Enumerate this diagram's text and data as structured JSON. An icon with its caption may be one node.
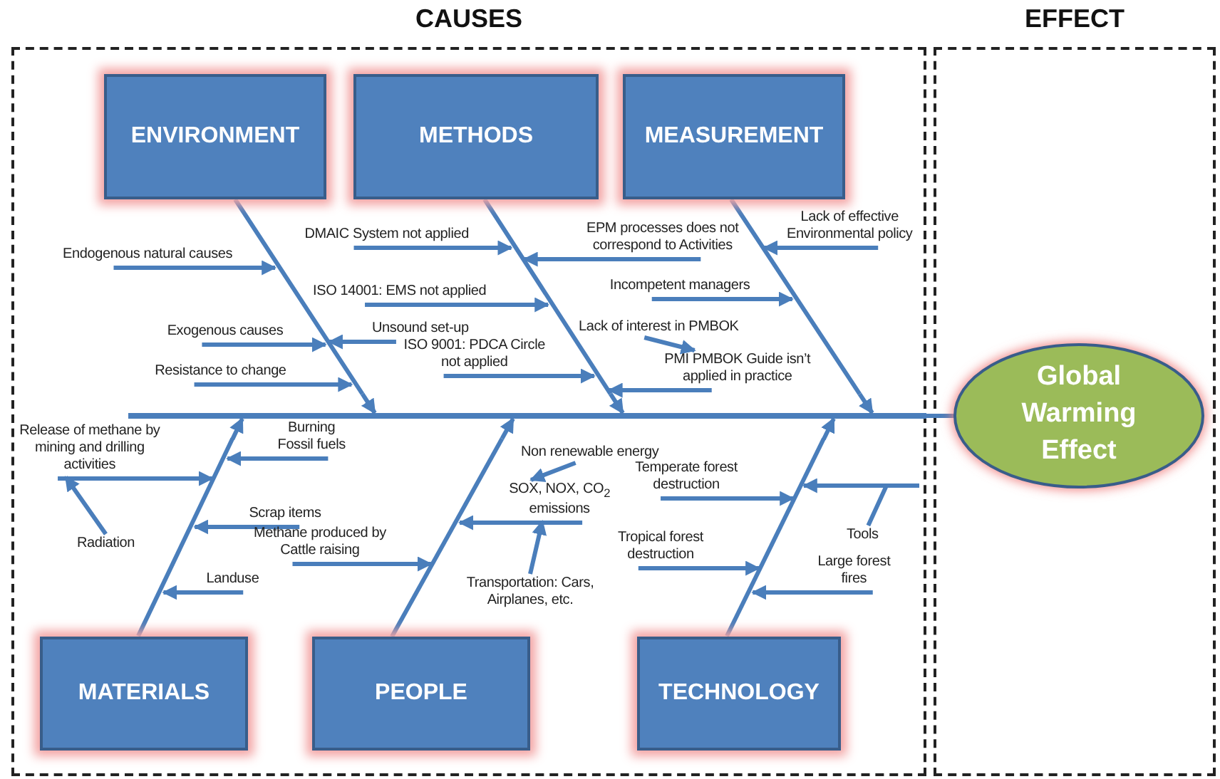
{
  "diagram": {
    "nodes": [
      {
        "text": [
          "CAUSES"
        ]
      },
      {
        "text": [
          "EFFECT"
        ]
      },
      {
        "text": [
          "ENVIRONMENT"
        ],
        "in": 0
      },
      {
        "text": [
          "METHODS"
        ],
        "in": 0
      },
      {
        "text": [
          "MEASUREMENT"
        ],
        "in": 0
      },
      {
        "text": [
          "MATERIALS"
        ],
        "in": 0
      },
      {
        "text": [
          "PEOPLE"
        ],
        "in": 0
      },
      {
        "text": [
          "TECHNOLOGY"
        ],
        "in": 0
      },
      {
        "text": [
          "Global Warming Effect"
        ],
        "in": 1
      },
      {
        "text": [
          "DMAIC System not applied"
        ],
        "in": 0
      },
      {
        "text": [
          "Endogenous natural causes"
        ],
        "in": 0
      },
      {
        "text": [
          "EPM processes does not correspond to Activities"
        ],
        "in": 0
      },
      {
        "text": [
          "ISO 14001: EMS not applied"
        ],
        "in": 0
      },
      {
        "text": [
          "Exogenous causes"
        ],
        "in": 0
      },
      {
        "text": [
          "Unsound set-up"
        ],
        "in": 0
      },
      {
        "text": [
          "Resistance to change"
        ],
        "in": 0
      },
      {
        "text": [
          "Lack of effective Environmental policy"
        ],
        "in": 0
      },
      {
        "text": [
          "Incompetent managers"
        ],
        "in": 0
      },
      {
        "text": [
          "Lack of interest in PMBOK"
        ],
        "in": 0
      },
      {
        "text": [
          "ISO 9001: PDCA Circle not applied"
        ],
        "in": 0
      },
      {
        "text": [
          "PMI PMBOK Guide isn’t applied in practice"
        ],
        "in": 0
      },
      {
        "text": [
          "Release of methane by mining and drilling activities"
        ],
        "in": 0
      },
      {
        "text": [
          "Burning Fossil fuels"
        ],
        "in": 0
      },
      {
        "text": [
          "Radiation"
        ],
        "in": 0
      },
      {
        "text": [
          "Scrap items"
        ],
        "in": 0
      },
      {
        "text": [
          "Landuse"
        ],
        "in": 0
      },
      {
        "text": [
          "Methane produced by Cattle raising"
        ],
        "in": 0
      },
      {
        "text": [
          "Non renewable energy"
        ],
        "in": 0
      },
      {
        "text": [
          "SOX, NOX, CO$_{2}$ emissions"
        ],
        "in": 0
      },
      {
        "text": [
          "Transportation: Cars, Airplanes, etc."
        ],
        "in": 0
      },
      {
        "text": [
          "Temperate forest destruction"
        ],
        "in": 0
      },
      {
        "text": [
          "Tropical forest destruction"
        ],
        "in": 0
      },
      {
        "text": [
          "Tools"
        ],
        "in": 0
      },
      {
        "text": [
          "Large forest fires"
        ],
        "in": 0
      },
      {
        "text": [],
        "shape": "bar",
        "in": 0
      },
      {
        "text": [],
        "shape": "bar",
        "in": 0
      },
      {
        "text": [],
        "shape": "bar",
        "in": 0
      },
      {
        "text": [],
        "shape": "bar",
        "in": 0
      },
      {
        "text": [],
        "shape": "bar",
        "in": 0
      },
      {
        "text": [],
        "shape": "bar",
        "in": 0
      },
      {
        "text": [],
        "shape": "bar",
        "in": 0
      }
    ],
    "edges": [
      {
        "from": 35,
        "to": 34,
        "arrow": "to"
      },
      {
        "from": 36,
        "to": 34,
        "arrow": "to"
      },
      {
        "from": 37,
        "to": 34,
        "arrow": "to"
      },
      {
        "from": 38,
        "to": 34,
        "arrow": "to"
      },
      {
        "from": 39,
        "to": 34,
        "arrow": "to"
      },
      {
        "from": 40,
        "to": 34,
        "arrow": "to"
      },
      {
        "from": 34,
        "to": 8,
        "arrow": "none"
      },
      {
        "from": 9,
        "to": 36,
        "arrow": "to"
      },
      {
        "from": 10,
        "to": 35,
        "arrow": "to"
      },
      {
        "from": 11,
        "to": 36,
        "arrow": "to"
      },
      {
        "from": 12,
        "to": 36,
        "arrow": "to"
      },
      {
        "from": 13,
        "to": 35,
        "arrow": "to"
      },
      {
        "from": 14,
        "to": 35,
        "arrow": "to"
      },
      {
        "from": 15,
        "to": 35,
        "arrow": "to"
      },
      {
        "from": 16,
        "to": 37,
        "arrow": "to"
      },
      {
        "from": 17,
        "to": 37,
        "arrow": "to"
      },
      {
        "from": 18,
        "to": 20,
        "arrow": "to"
      },
      {
        "from": 19,
        "to": 36,
        "arrow": "to"
      },
      {
        "from": 20,
        "to": 36,
        "arrow": "to"
      },
      {
        "from": 21,
        "to": 38,
        "arrow": "to"
      },
      {
        "from": 22,
        "to": 38,
        "arrow": "to"
      },
      {
        "from": 23,
        "to": 21,
        "arrow": "to"
      },
      {
        "from": 24,
        "to": 38,
        "arrow": "to"
      },
      {
        "from": 25,
        "to": 38,
        "arrow": "to"
      },
      {
        "from": 26,
        "to": 39,
        "arrow": "to"
      },
      {
        "from": 27,
        "to": 28,
        "arrow": "to"
      },
      {
        "from": 28,
        "to": 39,
        "arrow": "to"
      },
      {
        "from": 29,
        "to": 28,
        "arrow": "to"
      },
      {
        "from": 30,
        "to": 40,
        "arrow": "to"
      },
      {
        "from": 31,
        "to": 40,
        "arrow": "to"
      },
      {
        "from": 32,
        "to": 40,
        "arrow": "to"
      },
      {
        "from": 33,
        "to": 40,
        "arrow": "to"
      }
    ]
  }
}
